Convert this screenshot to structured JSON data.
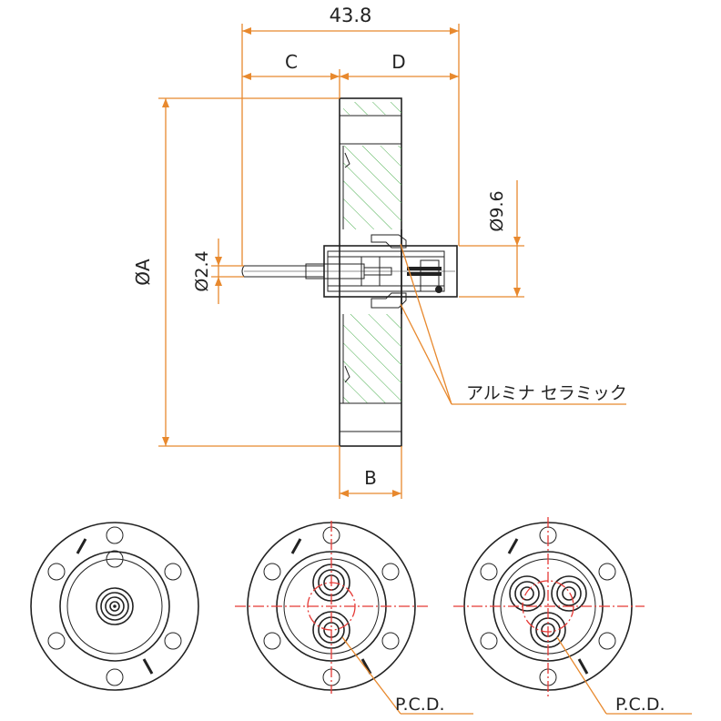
{
  "side_view": {
    "dims": {
      "overall_length": "43.8",
      "c": "C",
      "d": "D",
      "flange_dia": "ØA",
      "pin_dia": "Ø2.4",
      "body_dia": "Ø9.6",
      "flange_thickness": "B"
    },
    "callout_material": "アルミナ セラミック"
  },
  "front_views": {
    "pcd_label_1": "P.C.D.",
    "pcd_label_2": "P.C.D."
  },
  "colors": {
    "dimension": "#e8892e",
    "hatch": "#4caf50",
    "conductor": "#f2d300",
    "centerline": "#e53935",
    "outline": "#222222"
  }
}
